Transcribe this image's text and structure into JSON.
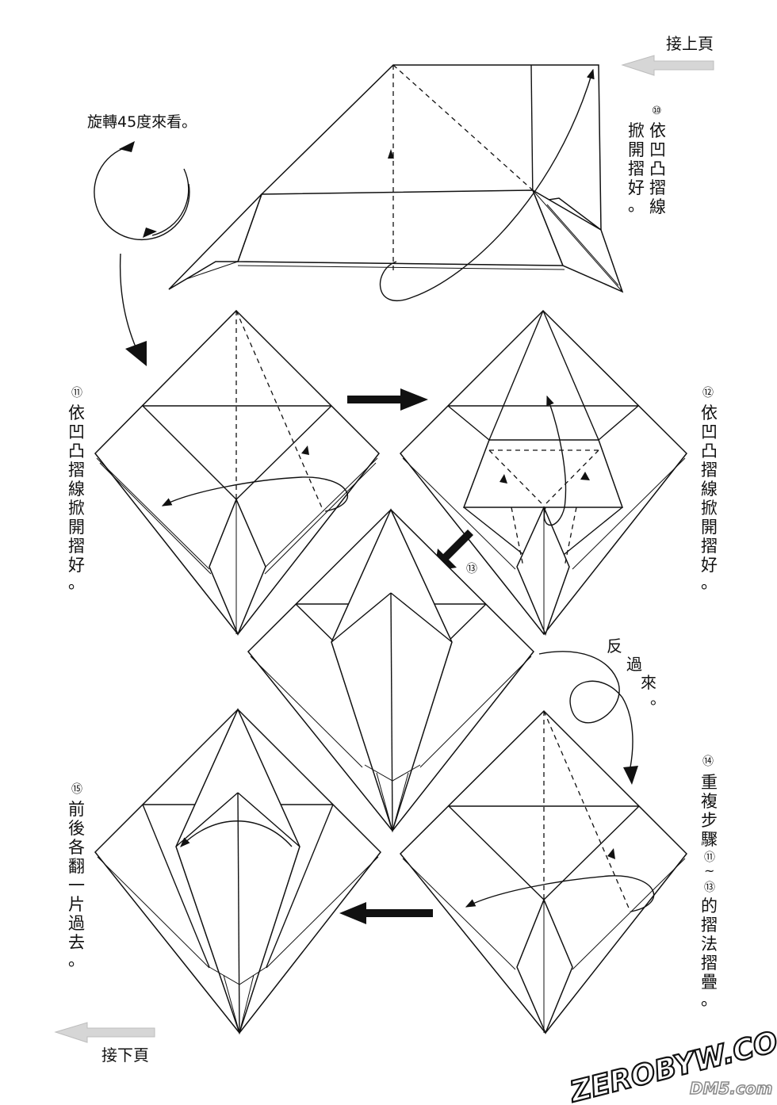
{
  "nav": {
    "prev_label": "接上頁",
    "next_label": "接下頁"
  },
  "rotate_note": "旋轉45度來看。",
  "flip_note": [
    "反",
    "過",
    "來",
    "。"
  ],
  "steps": [
    {
      "id": "step-10",
      "number": "⑩",
      "text": [
        "依",
        "凹",
        "凸",
        "摺",
        "線",
        "掀",
        "開",
        "摺",
        "好",
        "。"
      ]
    },
    {
      "id": "step-11",
      "number": "⑪",
      "text": [
        "依",
        "凹",
        "凸",
        "摺",
        "線",
        "掀",
        "開",
        "摺",
        "好",
        "。"
      ]
    },
    {
      "id": "step-12",
      "number": "⑫",
      "text": [
        "依",
        "凹",
        "凸",
        "摺",
        "線",
        "掀",
        "開",
        "摺",
        "好",
        "。"
      ]
    },
    {
      "id": "step-13",
      "number": "⑬",
      "text": []
    },
    {
      "id": "step-14",
      "number": "⑭",
      "text": [
        "重",
        "複",
        "步",
        "驟",
        "⑪",
        "~",
        "⑬",
        "的",
        "摺",
        "法",
        "摺",
        "疊",
        "。"
      ]
    },
    {
      "id": "step-15",
      "number": "⑮",
      "text": [
        "前",
        "後",
        "各",
        "翻",
        "一",
        "片",
        "過",
        "去",
        "。"
      ]
    }
  ],
  "watermark": {
    "site1": "ZEROBYW.COM",
    "site2": "DM5.com"
  }
}
